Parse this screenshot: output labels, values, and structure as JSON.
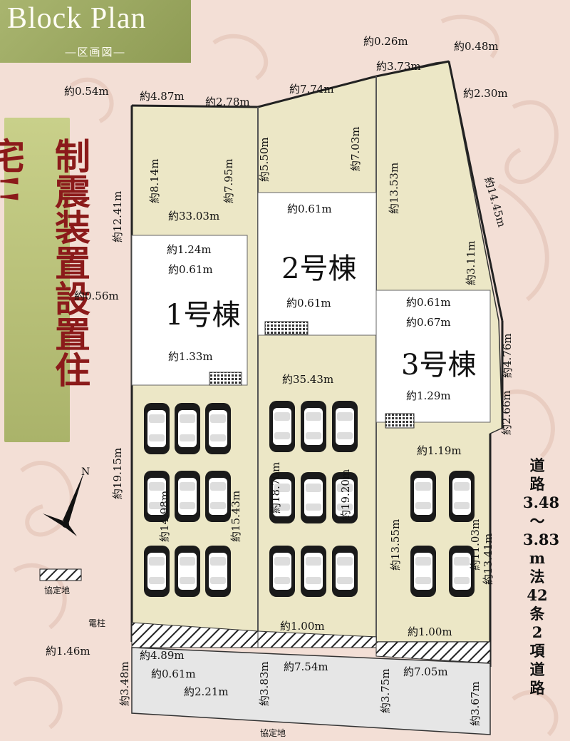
{
  "title": {
    "main": "Block Plan",
    "sub": "―区画図―"
  },
  "banner": "制震装置設置住宅!!",
  "buildings": [
    "1号棟",
    "2号棟",
    "3号棟"
  ],
  "road": [
    "道",
    "路",
    "3.48",
    "～",
    "3.83",
    "m",
    "法",
    "42",
    "条",
    "2",
    "項",
    "道",
    "路"
  ],
  "legend": {
    "kyoteichi": "協定地",
    "denchu": "電柱",
    "kyoteichi_bottom": "協定地"
  },
  "compass": "N",
  "dims": {
    "d1": "約0.54m",
    "d2": "約4.87m",
    "d3": "約2.78m",
    "d4": "約7.74m",
    "d5": "約0.26m",
    "d6": "約3.73m",
    "d7": "約0.48m",
    "d8": "約2.30m",
    "d9": "約12.41m",
    "d10": "約8.14m",
    "d11": "約7.95m",
    "d12": "約5.50m",
    "d13": "約7.03m",
    "d14": "約13.53m",
    "d15": "約14.45m",
    "d16": "約33.03m",
    "d17": "約0.61m",
    "d18": "約1.24m",
    "d19": "約0.61m",
    "d20": "約0.56m",
    "d21": "約0.61m",
    "d22": "約3.11m",
    "d23": "約0.61m",
    "d24": "約0.67m",
    "d25": "約4.76m",
    "d26": "約1.33m",
    "d27": "約35.43m",
    "d28": "約1.29m",
    "d29": "約2.66m",
    "d30": "約19.15m",
    "d31": "約1.19m",
    "d32": "約15.43m",
    "d33": "約14.98m",
    "d34": "約18.70m",
    "d35": "約19.20m",
    "d36": "約13.55m",
    "d37": "約11.03m",
    "d38": "約13.41m",
    "d39": "約1.00m",
    "d40": "約1.00m",
    "d41": "約1.46m",
    "d42": "約4.89m",
    "d43": "約0.61m",
    "d44": "約2.21m",
    "d45": "約7.54m",
    "d46": "約7.05m",
    "d47": "約3.48m",
    "d48": "約3.83m",
    "d49": "約3.75m",
    "d50": "約3.67m"
  },
  "colors": {
    "lot": "#ece7c6",
    "house": "#ffffff",
    "road": "#e6e6e6",
    "background": "#f3dfd6",
    "title": "#99a55e",
    "banner_text": "#8b1a1a"
  }
}
